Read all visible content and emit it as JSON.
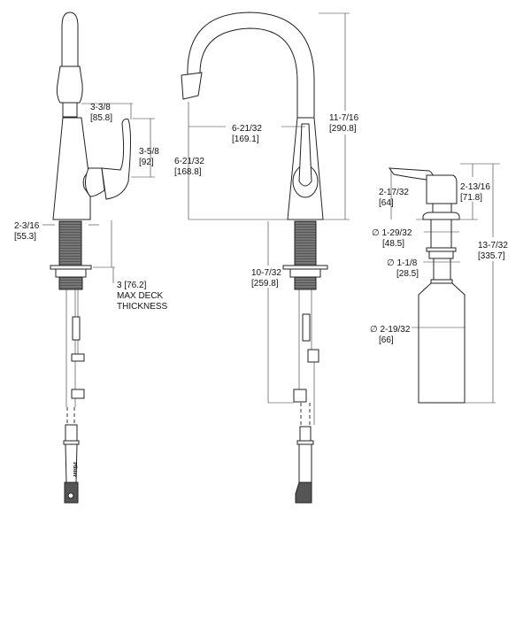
{
  "logo_text": "Pfister",
  "side_view": {
    "spout_height": "3-3/8",
    "spout_height_mm": "[85.8]",
    "handle_height": "3-5/8",
    "handle_height_mm": "[92]",
    "base_diameter": "2-3/16",
    "base_diameter_mm": "[55.3]",
    "deck_thickness": "3  [76.2]",
    "deck_label_1": "MAX DECK",
    "deck_label_2": "THICKNESS"
  },
  "front_view": {
    "spout_reach": "6-21/32",
    "spout_reach_mm": "[169.1]",
    "spout_clearance": "6-21/32",
    "spout_clearance_mm": "[168.8]",
    "overall_height": "11-7/16",
    "overall_height_mm": "[290.8]",
    "below_deck": "10-7/32",
    "below_deck_mm": "[259.8]"
  },
  "soap_dispenser": {
    "pump_height": "2-17/32",
    "pump_height_mm": "[64]",
    "top_height": "2-13/16",
    "top_height_mm": "[71.8]",
    "flange_diameter": "∅ 1-29/32",
    "flange_diameter_mm": "[48.5]",
    "shank_diameter": "∅ 1-1/8",
    "shank_diameter_mm": "[28.5]",
    "bottle_diameter": "∅ 2-19/32",
    "bottle_diameter_mm": "[66]",
    "overall_length": "13-7/32",
    "overall_length_mm": "[335.7]"
  }
}
